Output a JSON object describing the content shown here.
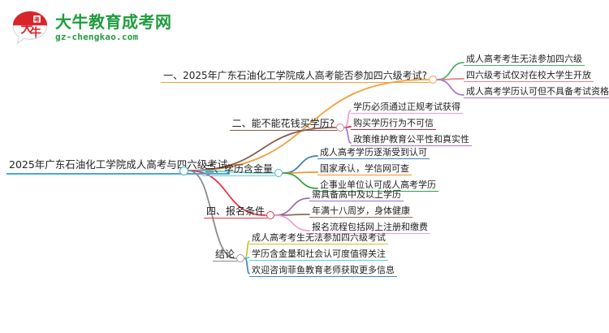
{
  "logo": {
    "name": "daniu-education-logo",
    "cn_text": "大牛教育成考网",
    "en_text": "gz-chengkao.com",
    "mark_color": "#d9252a",
    "text_color": "#1f9c3d"
  },
  "mindmap": {
    "root": {
      "label": "2025年广东石油化工学院成人高考与四六级考试",
      "color": "#4aa8d8"
    },
    "branches": [
      {
        "label": "一、2025年广东石油化工学院成人高考能否参加四六级考试?",
        "color": "#f0a03c",
        "node_color": "#f0a03c",
        "children": [
          {
            "label": "成人高考考生无法参加四六级",
            "color": "#4caf6d"
          },
          {
            "label": "四六级考试仅对在校大学生开放",
            "color": "#ea8089"
          },
          {
            "label": "成人高考学历认可但不具备考试资格",
            "color": "#a974cf"
          }
        ]
      },
      {
        "label": "二、能不能花钱买学历?",
        "color": "#8a5a4e",
        "node_color": "#c98b7a",
        "children": [
          {
            "label": "学历必须通过正规考试获得",
            "color": "#e8a0cd"
          },
          {
            "label": "购买学历行为不可信",
            "color": "#c9243f"
          },
          {
            "label": "政策维护教育公平性和真实性",
            "color": "#a974cf"
          }
        ]
      },
      {
        "label": "三、学历含金量",
        "color": "#5ecfd8",
        "node_color": "#3fb8c4",
        "children": [
          {
            "label": "成人高考学历逐渐受到认可",
            "color": "#3d7ebf"
          },
          {
            "label": "国家承认，学信网可查",
            "color": "#f0962a"
          },
          {
            "label": "企事业单位认可成人高考学历",
            "color": "#2f9e44"
          }
        ]
      },
      {
        "label": "四、报名条件",
        "color": "#e8344a",
        "node_color": "#e8344a",
        "children": [
          {
            "label": "需具备高中及以上学历",
            "color": "#9b6bc4"
          },
          {
            "label": "年满十八周岁，身体健康",
            "color": "#8a6a5e"
          },
          {
            "label": "报名流程包括网上注册和缴费",
            "color": "#ec9fd4"
          }
        ]
      },
      {
        "label": "结论",
        "color": "#8c8c8c",
        "node_color": "#9a9a9a",
        "children": [
          {
            "label": "成人高考考生无法参加四六级考试",
            "color": "#c8c321"
          },
          {
            "label": "学历含金量和社会认可度值得关注",
            "color": "#55d6e8"
          },
          {
            "label": "欢迎咨询菲鱼教育老师获取更多信息",
            "color": "#3b86c6"
          }
        ]
      }
    ]
  }
}
